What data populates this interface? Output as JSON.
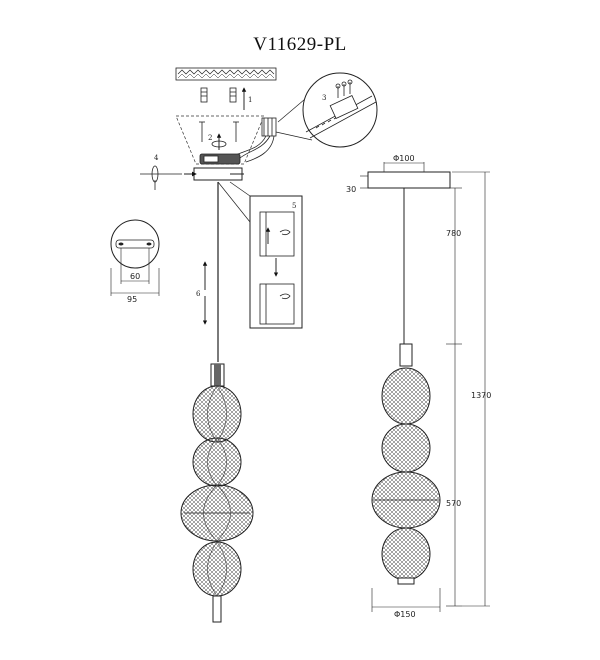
{
  "title": "V11629-PL",
  "step_labels": [
    "1",
    "2",
    "3",
    "4",
    "5",
    "6"
  ],
  "dimensions": {
    "canopy_diameter": "Φ100",
    "canopy_height": "30",
    "cable_length": "780",
    "total_height": "1370",
    "body_height": "570",
    "body_diameter": "Φ150",
    "plate_inner": "60",
    "plate_outer": "95"
  }
}
